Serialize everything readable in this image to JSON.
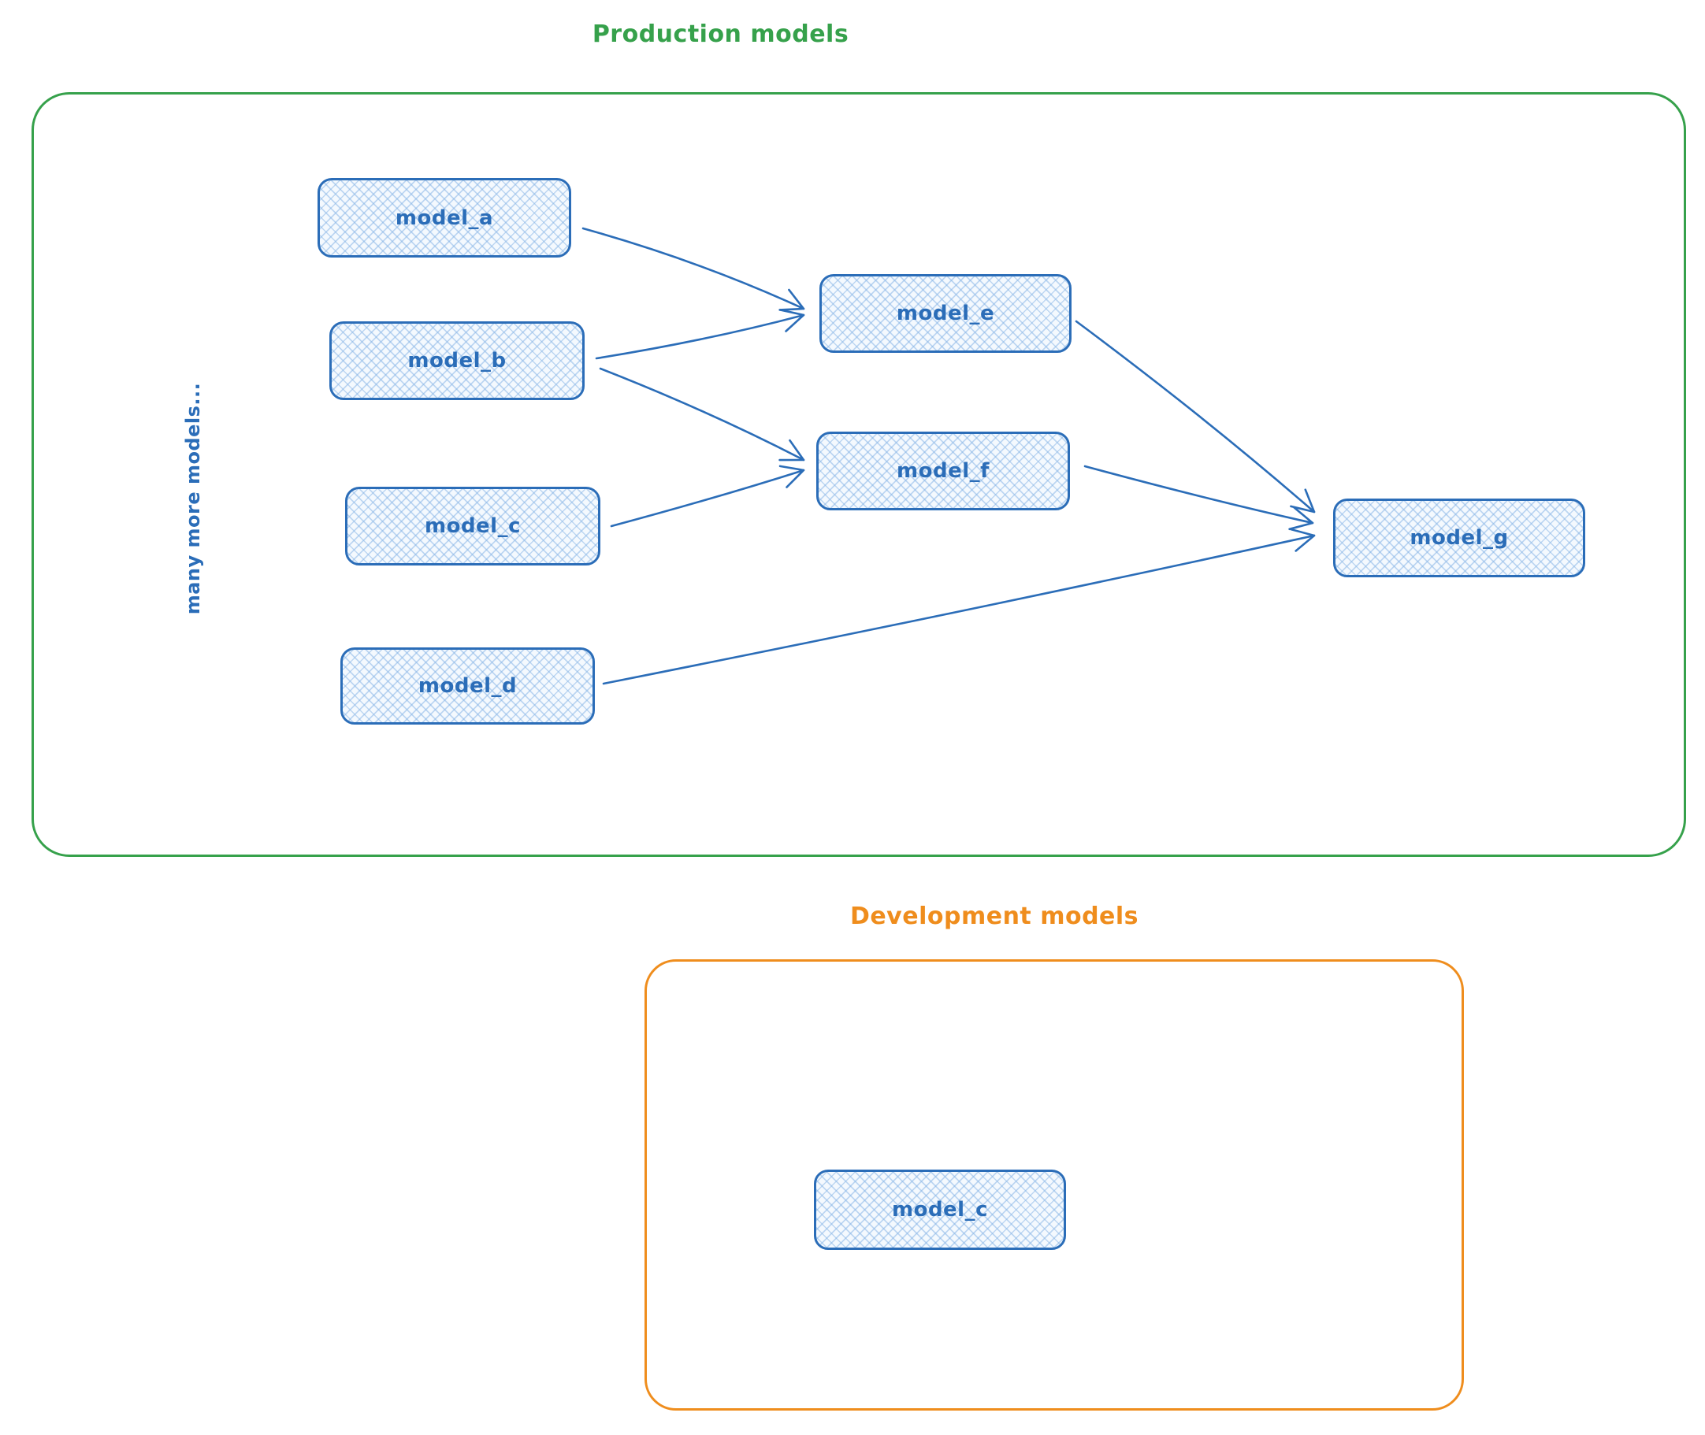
{
  "diagram": {
    "production": {
      "title": "Production models",
      "side_note": "many more models...",
      "nodes": {
        "model_a": {
          "label": "model_a"
        },
        "model_b": {
          "label": "model_b"
        },
        "model_c": {
          "label": "model_c"
        },
        "model_d": {
          "label": "model_d"
        },
        "model_e": {
          "label": "model_e"
        },
        "model_f": {
          "label": "model_f"
        },
        "model_g": {
          "label": "model_g"
        }
      },
      "edges": [
        {
          "from": "model_a",
          "to": "model_e"
        },
        {
          "from": "model_b",
          "to": "model_e"
        },
        {
          "from": "model_b",
          "to": "model_f"
        },
        {
          "from": "model_c",
          "to": "model_f"
        },
        {
          "from": "model_e",
          "to": "model_g"
        },
        {
          "from": "model_f",
          "to": "model_g"
        },
        {
          "from": "model_d",
          "to": "model_g"
        }
      ]
    },
    "development": {
      "title": "Development models",
      "nodes": {
        "model_c": {
          "label": "model_c"
        }
      }
    },
    "colors": {
      "node_stroke": "#2b6db8",
      "hatch": "rgba(134,180,229,0.5)",
      "production_border": "#36a14b",
      "development_border": "#ef8d1d",
      "arrow": "#2b6db8"
    }
  }
}
